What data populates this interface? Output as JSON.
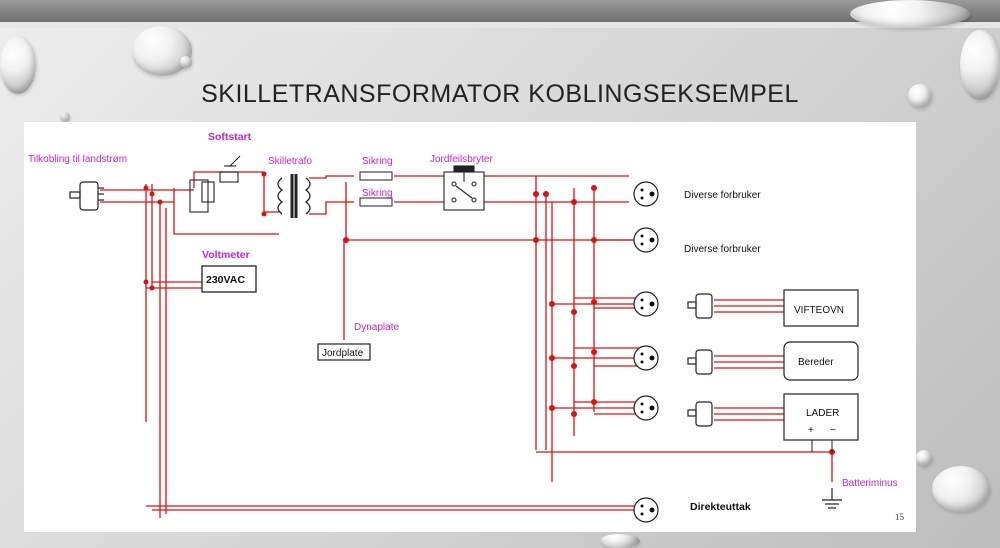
{
  "slide": {
    "title": "SKILLETRANSFORMATOR KOBLINGSEKSEMPEL",
    "page_number": "15"
  },
  "diagram": {
    "labels": {
      "shore": "Tilkobling til landstrøm",
      "softstart": "Softstart",
      "transformer": "Skilletrafo",
      "fuse1": "Sikring",
      "fuse2": "Sikring",
      "rcd": "Jordfeilsbryter",
      "voltmeter": "Voltmeter",
      "voltmeter_display": "230VAC",
      "dynaplate": "Dynaplate",
      "ground_plate": "Jordplate",
      "consumer1": "Diverse forbruker",
      "consumer2": "Diverse forbruker",
      "heater": "VIFTEOVN",
      "boiler": "Bereder",
      "charger": "LADER",
      "charger_plus": "+",
      "charger_minus": "−",
      "battery_minus": "Batteriminus",
      "direct": "Direkteuttak"
    }
  },
  "colors": {
    "wire": "#dd1111",
    "label_accent": "#cc22cc"
  }
}
